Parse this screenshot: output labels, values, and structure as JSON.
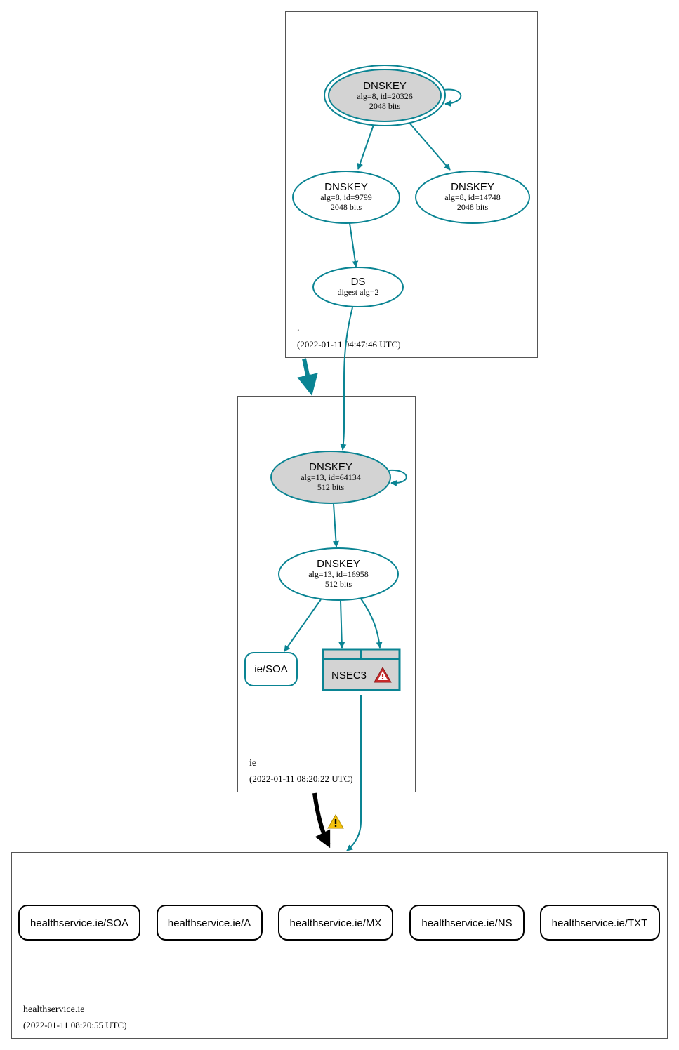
{
  "colors": {
    "edge": "#0a8493",
    "node_fill_ksk": "#d3d3d3",
    "node_fill_default": "#ffffff",
    "cluster_border": "#555555",
    "delegation_insecure": "#000000",
    "warning_red": "#c62828",
    "warning_yellow": "#f4c20d"
  },
  "zones": {
    "root": {
      "name": ".",
      "timestamp": "(2022-01-11 04:47:46 UTC)"
    },
    "ie": {
      "name": "ie",
      "timestamp": "(2022-01-11 08:20:22 UTC)"
    },
    "healthservice": {
      "name": "healthservice.ie",
      "timestamp": "(2022-01-11 08:20:55 UTC)"
    }
  },
  "nodes": {
    "root_ksk": {
      "title": "DNSKEY",
      "line1": "alg=8, id=20326",
      "line2": "2048 bits"
    },
    "root_zsk1": {
      "title": "DNSKEY",
      "line1": "alg=8, id=9799",
      "line2": "2048 bits"
    },
    "root_zsk2": {
      "title": "DNSKEY",
      "line1": "alg=8, id=14748",
      "line2": "2048 bits"
    },
    "root_ds": {
      "title": "DS",
      "line1": "digest alg=2"
    },
    "ie_ksk": {
      "title": "DNSKEY",
      "line1": "alg=13, id=64134",
      "line2": "512 bits"
    },
    "ie_zsk": {
      "title": "DNSKEY",
      "line1": "alg=13, id=16958",
      "line2": "512 bits"
    },
    "ie_soa": {
      "label": "ie/SOA"
    },
    "ie_nsec3": {
      "label": "NSEC3",
      "icon": "warning-triangle-red-icon"
    }
  },
  "records": [
    {
      "label": "healthservice.ie/SOA"
    },
    {
      "label": "healthservice.ie/A"
    },
    {
      "label": "healthservice.ie/MX"
    },
    {
      "label": "healthservice.ie/NS"
    },
    {
      "label": "healthservice.ie/TXT"
    }
  ],
  "delegation_warning_icon": "warning-triangle-yellow-icon"
}
